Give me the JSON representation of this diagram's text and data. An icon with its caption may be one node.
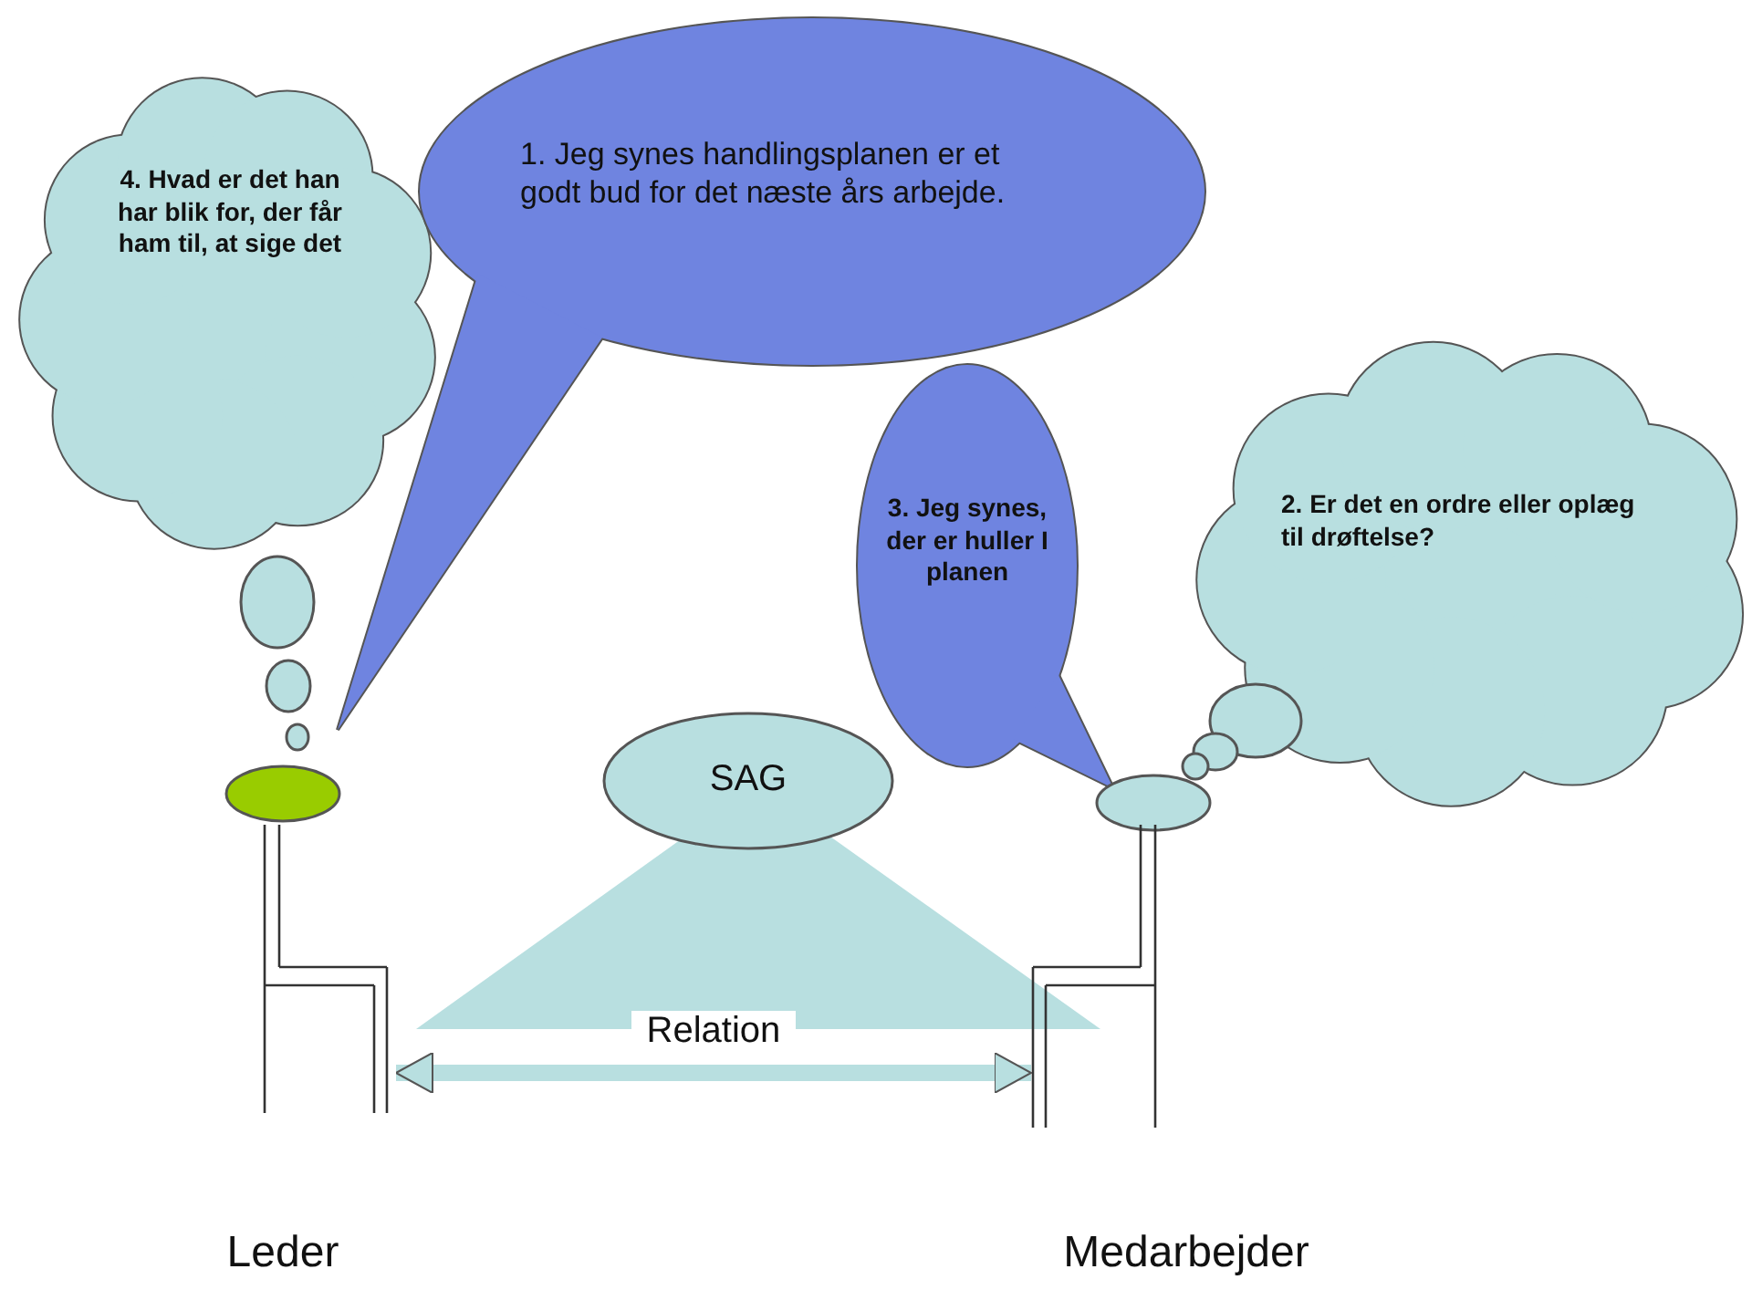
{
  "diagram": {
    "nodes": [
      {
        "text": [
          "4. Hvad er det han har blik for, der får ham til, at sige det"
        ]
      },
      {
        "text": [
          "1. Jeg synes handlingsplanen er et godt bud for det næste års arbejde."
        ]
      },
      {
        "text": [
          "3. Jeg synes, der er huller I planen"
        ]
      },
      {
        "text": [
          "2. Er det en ordre eller oplæg til drøftelse?"
        ]
      },
      {
        "text": [],
        "shape": "ellipse"
      },
      {
        "text": [
          "SAG"
        ]
      },
      {
        "text": [],
        "shape": "ellipse"
      },
      {
        "text": [],
        "shape": "triangle"
      },
      {
        "text": [],
        "shape": "chair",
        "beside": [
          "Leder"
        ]
      },
      {
        "text": [],
        "shape": "chair",
        "beside": [
          "Medarbejder"
        ]
      }
    ],
    "edges": [
      {
        "from": 8,
        "to": 9,
        "arrow": "both",
        "label": "Relation"
      }
    ]
  }
}
